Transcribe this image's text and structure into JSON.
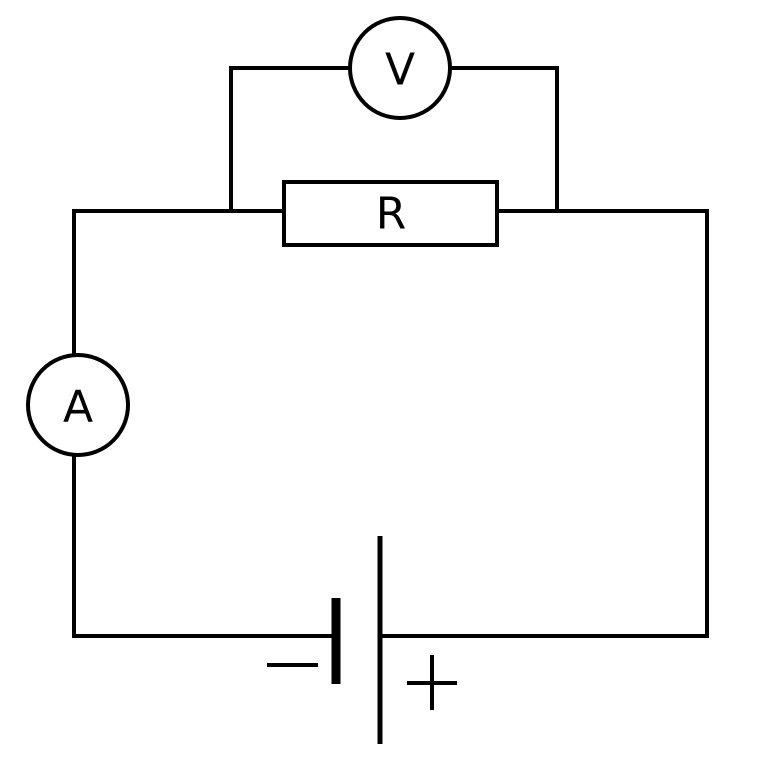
{
  "diagram": {
    "voltmeter_label": "V",
    "ammeter_label": "A",
    "resistor_label": "R",
    "battery": {
      "negative_terminal": "negative",
      "positive_terminal": "positive"
    }
  },
  "colors": {
    "ink": "#000000",
    "background": "#ffffff"
  }
}
